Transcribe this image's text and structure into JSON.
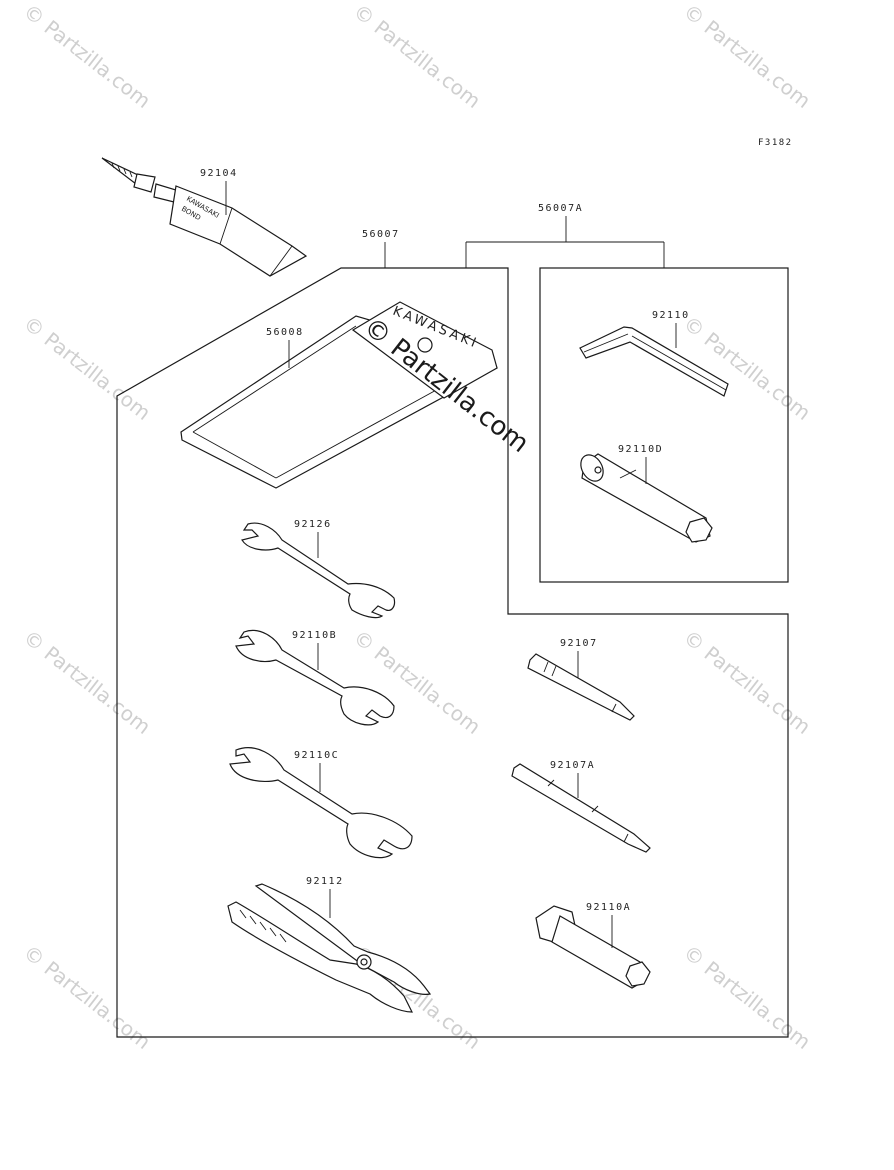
{
  "diagram": {
    "figure_code": "F3182",
    "watermark": "© Partzilla.com",
    "parts": {
      "p92104": "92104",
      "p56007": "56007",
      "p56007A": "56007A",
      "p56008": "56008",
      "p92110": "92110",
      "p92110D": "92110D",
      "p92126": "92126",
      "p92110B": "92110B",
      "p92110C": "92110C",
      "p92112": "92112",
      "p92107": "92107",
      "p92107A": "92107A",
      "p92110A": "92110A"
    },
    "pouch_brand": "KAWASAKI",
    "tube_text_line1": "KAWASAKI",
    "tube_text_line2": "BOND"
  }
}
